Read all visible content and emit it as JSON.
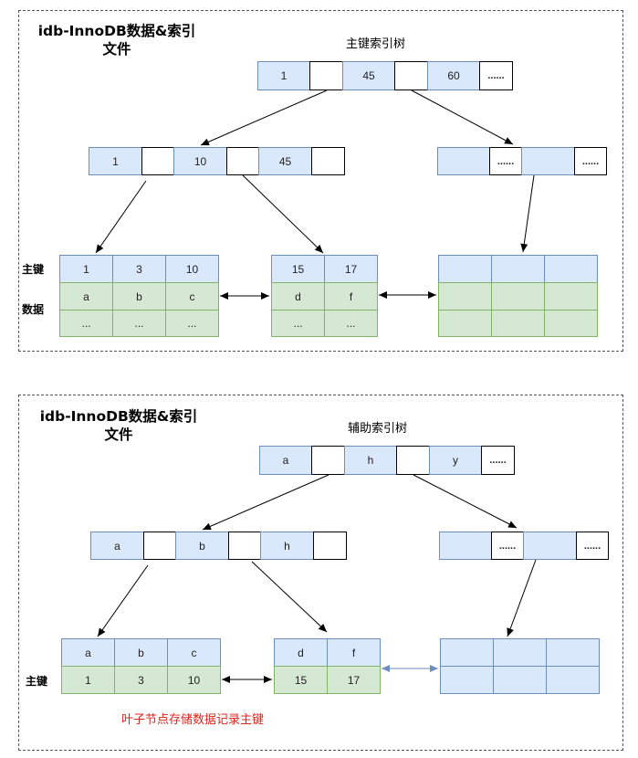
{
  "top": {
    "title_line1": "idb-InnoDB数据&索引",
    "title_line2": "文件",
    "tree_title": "主键索引树",
    "root": {
      "k1": "1",
      "k2": "45",
      "k3": "60",
      "ptr": "......"
    },
    "left_node": {
      "k1": "1",
      "k2": "10",
      "k3": "45"
    },
    "right_node": {
      "ptr1": "......",
      "ptr2": "......"
    },
    "row_label_key": "主键",
    "row_label_data": "数据",
    "leaf1": {
      "keys": [
        "1",
        "3",
        "10"
      ],
      "data": [
        "a",
        "b",
        "c"
      ],
      "more": [
        "...",
        "...",
        "..."
      ]
    },
    "leaf2": {
      "keys": [
        "15",
        "17"
      ],
      "data": [
        "d",
        "f"
      ],
      "more": [
        "...",
        "..."
      ]
    }
  },
  "bottom": {
    "title_line1": "idb-InnoDB数据&索引",
    "title_line2": "文件",
    "tree_title": "辅助索引树",
    "root": {
      "k1": "a",
      "k2": "h",
      "k3": "y",
      "ptr": "......"
    },
    "left_node": {
      "k1": "a",
      "k2": "b",
      "k3": "h"
    },
    "right_node": {
      "ptr1": "......",
      "ptr2": "......"
    },
    "row_label_key": "主键",
    "leaf1": {
      "keys": [
        "a",
        "b",
        "c"
      ],
      "pks": [
        "1",
        "3",
        "10"
      ]
    },
    "leaf2": {
      "keys": [
        "d",
        "f"
      ],
      "pks": [
        "15",
        "17"
      ]
    },
    "note": "叶子节点存储数据记录主键"
  },
  "colors": {
    "index_fill": "#dae8fc",
    "index_border": "#6c8ebf",
    "leaf_fill": "#d5e8d4",
    "leaf_border": "#82b366",
    "note": "#e0231b",
    "link_arrow": "#6c8ebf"
  }
}
